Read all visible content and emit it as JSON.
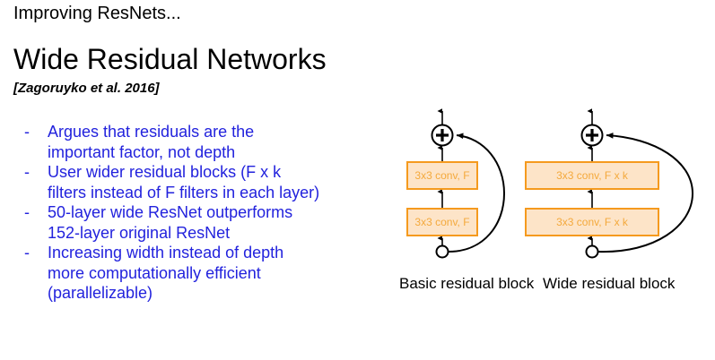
{
  "slide": {
    "kicker": "Improving ResNets...",
    "title": "Wide Residual Networks",
    "citation": "[Zagoruyko et al. 2016]",
    "bullet_marker": "-",
    "bullets": [
      "Argues that residuals are the\nimportant factor, not depth",
      "User wider residual blocks (F x k\nfilters instead of F filters in each layer)",
      "50-layer wide ResNet outperforms\n152-layer original ResNet",
      "Increasing width instead of depth\nmore computationally efficient\n(parallelizable)"
    ]
  },
  "colors": {
    "bullet_text": "#2222dd",
    "box_fill": "#fde4c8",
    "box_border": "#f59a1e",
    "box_text": "#f4a93c",
    "line": "#000000",
    "background": "#ffffff"
  },
  "diagrams": {
    "basic": {
      "caption": "Basic residual block",
      "conv_top": "3x3 conv, F",
      "conv_bottom": "3x3 conv, F",
      "add_symbol": "+"
    },
    "wide": {
      "caption": "Wide residual block",
      "conv_top": "3x3 conv, F x k",
      "conv_bottom": "3x3 conv, F x k",
      "add_symbol": "+"
    }
  }
}
